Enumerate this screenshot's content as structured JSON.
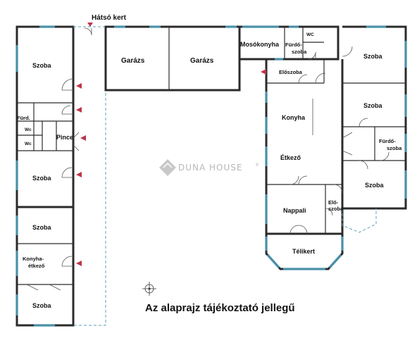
{
  "labels": {
    "back_garden": "Hátsó kert",
    "garage_1": "Garázs",
    "garage_2": "Garázs",
    "laundry": "Mosókonyha",
    "bathroom_top_1": "Fürdő-",
    "bathroom_top_2": "szoba",
    "wc_top": "WC",
    "hall_top": "Előszoba",
    "kitchen": "Konyha",
    "dining": "Étkező",
    "living": "Nappali",
    "hall_mid_1": "Elő-",
    "hall_mid_2": "szoba",
    "winter_garden": "Télikert",
    "right_room_1": "Szoba",
    "right_room_2": "Szoba",
    "right_room_3": "Szoba",
    "bathroom_right_1": "Fürdő-",
    "bathroom_right_2": "szoba",
    "left_room_1": "Szoba",
    "left_bath": "Fürd.",
    "left_wc_1": "Wc",
    "left_wc_2": "Wc",
    "cellar": "Pince",
    "left_room_2": "Szoba",
    "left_room_3": "Szoba",
    "kitchen_dining_1": "Konyha-",
    "kitchen_dining_2": "étkező",
    "left_room_4": "Szoba",
    "watermark": "DUNA HOUSE",
    "watermark_mark": "®",
    "disclaimer": "Az alaprajz tájékoztató jellegű"
  },
  "icons": {
    "watermark_logo": "duna-house-logo-icon",
    "compass": "compass-icon",
    "entrance_arrow": "entrance-arrow-icon"
  },
  "colors": {
    "wall": "#2b2b2b",
    "window": "#4a90a8",
    "entrance_arrow": "#c0334a",
    "watermark": "#b8b8b8"
  }
}
